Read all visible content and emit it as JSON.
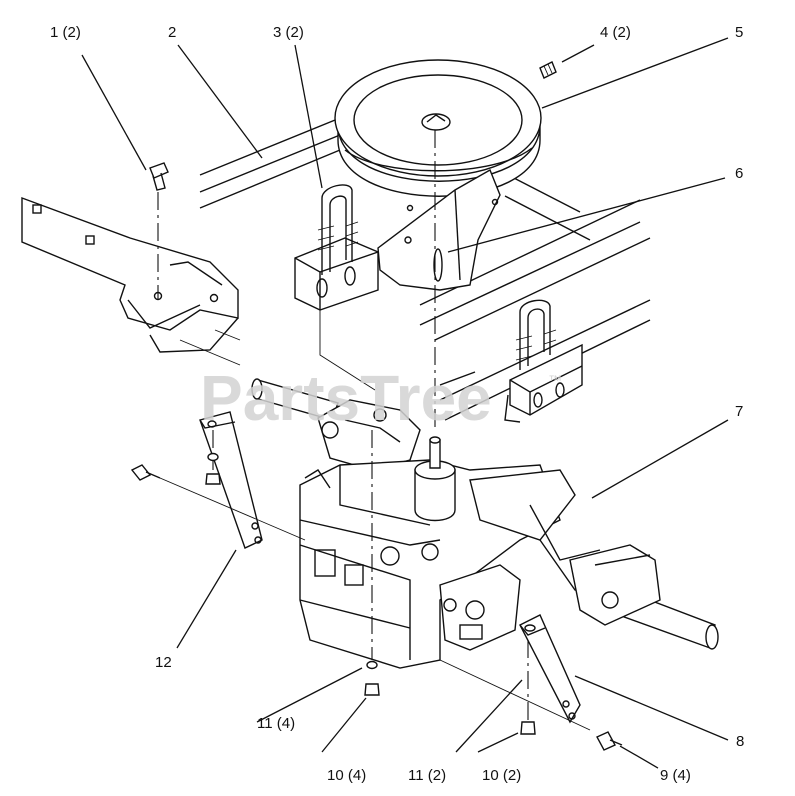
{
  "watermark": {
    "text": "PartsTree",
    "mark": "™"
  },
  "callouts": [
    {
      "id": "c1",
      "label": "1 (2)"
    },
    {
      "id": "c2",
      "label": "2"
    },
    {
      "id": "c3",
      "label": "3 (2)"
    },
    {
      "id": "c4",
      "label": "4 (2)"
    },
    {
      "id": "c5",
      "label": "5"
    },
    {
      "id": "c6",
      "label": "6"
    },
    {
      "id": "c7",
      "label": "7"
    },
    {
      "id": "c8",
      "label": "8"
    },
    {
      "id": "c9",
      "label": "9 (4)"
    },
    {
      "id": "c10a",
      "label": "10 (4)"
    },
    {
      "id": "c10b",
      "label": "10 (2)"
    },
    {
      "id": "c11a",
      "label": "11 (4)"
    },
    {
      "id": "c11b",
      "label": "11 (2)"
    },
    {
      "id": "c12",
      "label": "12"
    }
  ]
}
